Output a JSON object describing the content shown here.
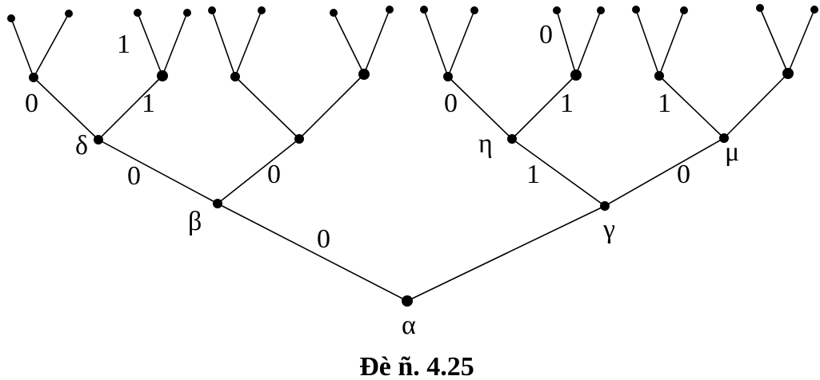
{
  "diagram": {
    "nodes": {
      "alpha": "α",
      "beta": "β",
      "gamma": "γ",
      "delta": "δ",
      "eta": "η",
      "mu": "μ"
    },
    "edge_labels": {
      "alpha_beta": "0",
      "beta_delta": "0",
      "beta_right": "0",
      "gamma_eta": "1",
      "gamma_mu": "0",
      "delta_left": "0",
      "delta_right": "1",
      "delta_right_child": "1",
      "eta_left": "0",
      "eta_right": "1",
      "eta_right_child": "0",
      "mu_left": "1"
    }
  },
  "caption": "Đè ñ. 4.25"
}
